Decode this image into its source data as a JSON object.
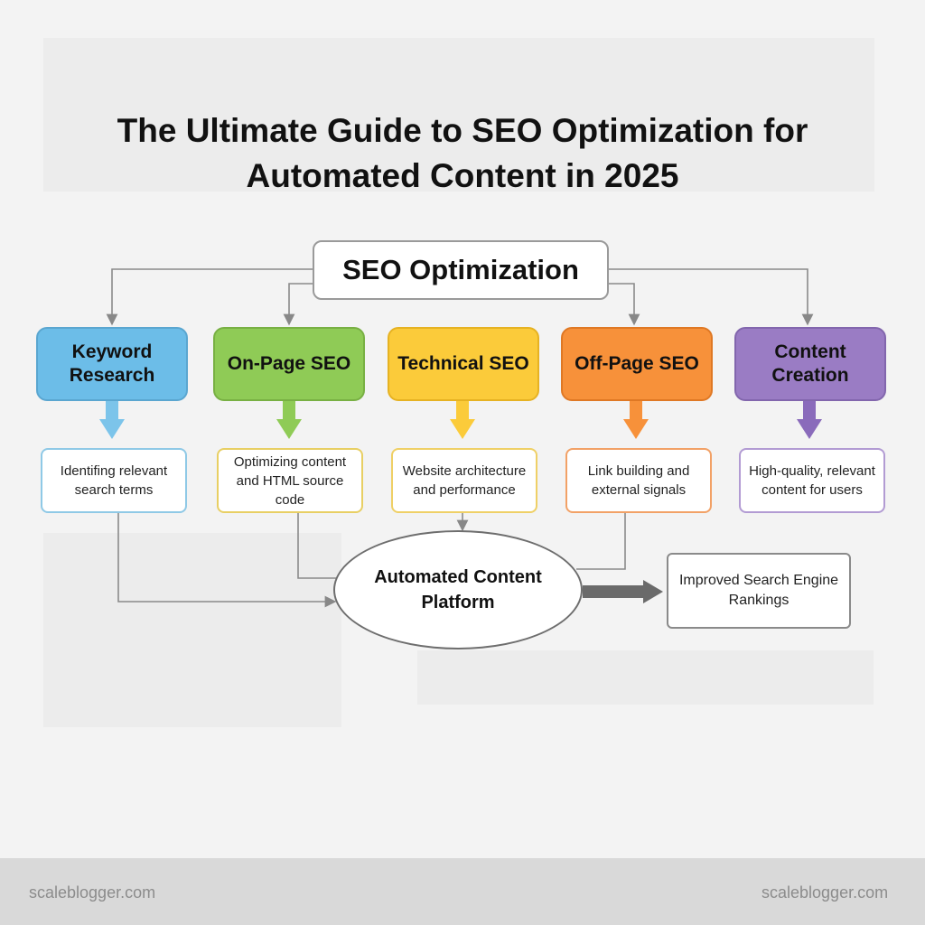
{
  "title_line1": "The Ultimate Guide to SEO Optimization for",
  "title_line2": "Automated Content in 2025",
  "root": "SEO Optimization",
  "categories": [
    {
      "label": "Keyword Research",
      "description": "Identifing relevant search terms",
      "fill": "#6cbde8",
      "border": "#5aa6d0",
      "arrow": "#7cc4ea",
      "desc_border": "#8fc9e6"
    },
    {
      "label": "On-Page SEO",
      "description": "Optimizing content and HTML source code",
      "fill": "#8fcb56",
      "border": "#78b043",
      "arrow": "#8fcb56",
      "desc_border": "#e8cf63"
    },
    {
      "label": "Technical SEO",
      "description": "Website architecture and performance",
      "fill": "#fbcb3a",
      "border": "#e6b222",
      "arrow": "#fbcb3a",
      "desc_border": "#efd066"
    },
    {
      "label": "Off-Page SEO",
      "description": "Link building and external signals",
      "fill": "#f7913a",
      "border": "#df7824",
      "arrow": "#f7913a",
      "desc_border": "#f2a166"
    },
    {
      "label": "Content Creation",
      "description": "High-quality, relevant content for users",
      "fill": "#9a7cc4",
      "border": "#8266ad",
      "arrow": "#8a6bbb",
      "desc_border": "#b29bd3"
    }
  ],
  "platform": "Automated Content Platform",
  "result": "Improved Search Engine Rankings",
  "footer_left": "scaleblogger.com",
  "footer_right": "scaleblogger.com"
}
